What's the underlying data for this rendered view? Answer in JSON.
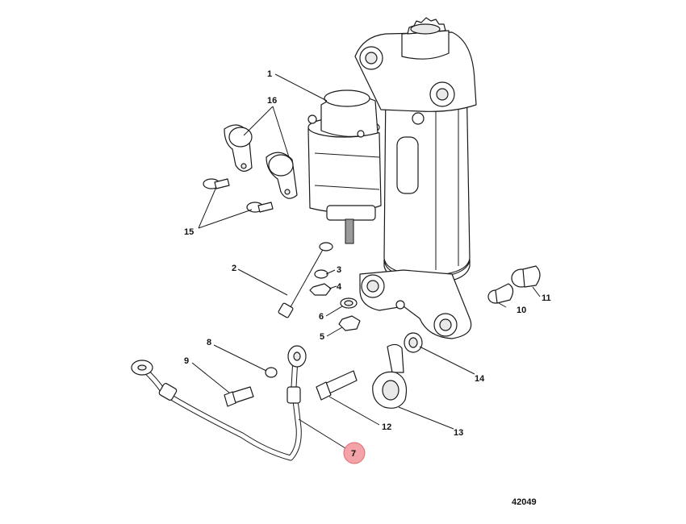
{
  "callouts": [
    {
      "id": "1",
      "label": "1"
    },
    {
      "id": "2",
      "label": "2"
    },
    {
      "id": "3",
      "label": "3"
    },
    {
      "id": "4",
      "label": "4"
    },
    {
      "id": "5",
      "label": "5"
    },
    {
      "id": "6",
      "label": "6"
    },
    {
      "id": "7",
      "label": "7",
      "highlighted": true
    },
    {
      "id": "8",
      "label": "8"
    },
    {
      "id": "9",
      "label": "9"
    },
    {
      "id": "10",
      "label": "10"
    },
    {
      "id": "11",
      "label": "11"
    },
    {
      "id": "12",
      "label": "12"
    },
    {
      "id": "13",
      "label": "13"
    },
    {
      "id": "14",
      "label": "14"
    },
    {
      "id": "15",
      "label": "15"
    },
    {
      "id": "16",
      "label": "16"
    }
  ],
  "diagram_number": "42049",
  "colors": {
    "line": "#1a1a1a",
    "highlight_fill": "#f4a3a8",
    "highlight_stroke": "#e06a72",
    "background": "#ffffff"
  }
}
